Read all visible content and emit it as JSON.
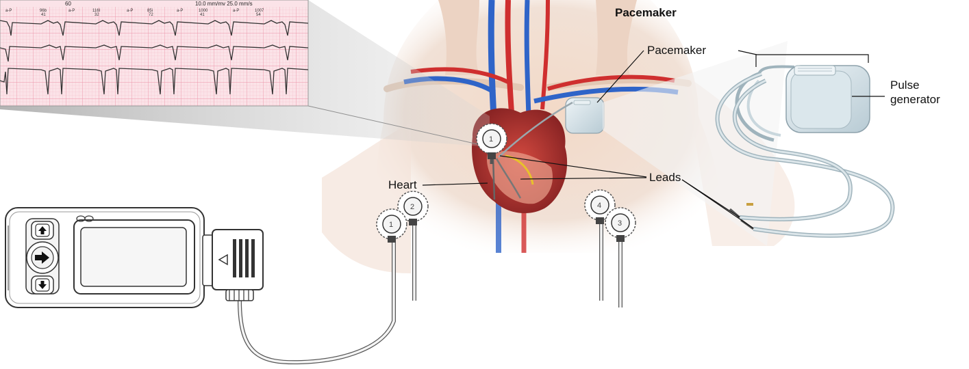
{
  "title": "Pacemaker",
  "labels": {
    "pacemaker": "Pacemaker",
    "pulse_generator_line1": "Pulse",
    "pulse_generator_line2": "generator",
    "leads": "Leads",
    "heart": "Heart"
  },
  "ecg_strip": {
    "header_left": "60",
    "header_right": "10.0 mm/mv   25.0 mm/s",
    "beat_annotations": [
      {
        "top": "a-P",
        "mid": "96b",
        "low": "41"
      },
      {
        "top": "a-P",
        "mid": "116I",
        "low": "32"
      },
      {
        "top": "a-P",
        "mid": "85i",
        "low": "72"
      },
      {
        "top": "a-P",
        "mid": "1000",
        "low": "41"
      },
      {
        "top": "a-P",
        "mid": "1007",
        "low": "54"
      }
    ]
  },
  "electrodes": [
    "1",
    "2",
    "1",
    "4",
    "3"
  ],
  "colors": {
    "ecg_grid_bg": "#fbe3e8",
    "ecg_grid_line": "#ef9fb0",
    "skin": "#f1ddd0",
    "artery": "#cf2f2f",
    "vein": "#2f64c8",
    "device_body": "#cfdde4"
  },
  "icons": [
    "up-arrow-icon",
    "right-arrow-icon",
    "down-arrow-icon",
    "left-triangle-icon"
  ]
}
